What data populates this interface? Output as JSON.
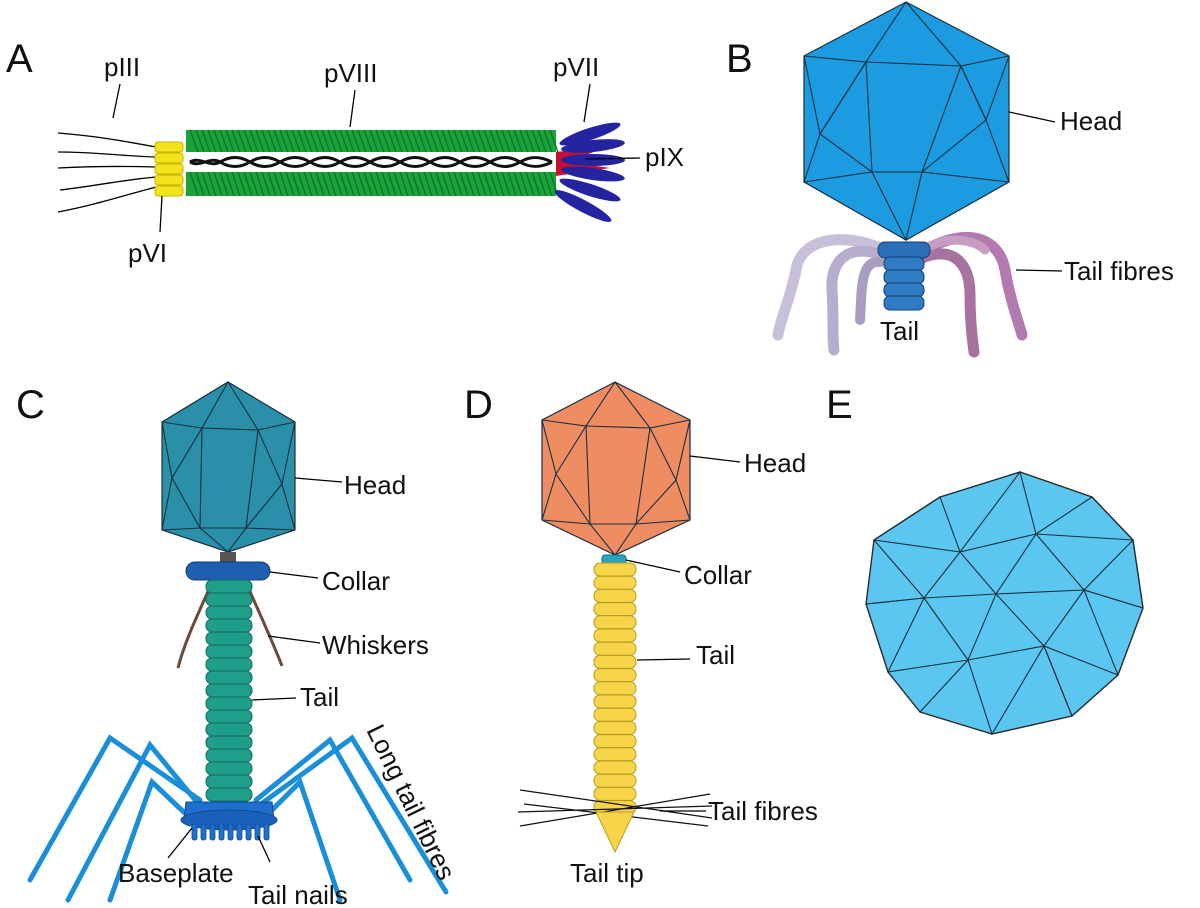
{
  "colors": {
    "phage_a_body": "#19a33a",
    "phage_a_pIII_cap": "#f4e21a",
    "phage_a_pVII": "#2424a0",
    "phage_a_pIX": "#c8102e",
    "phage_b_head": "#1d9be0",
    "phage_b_tail": "#2a6fb8",
    "phage_b_fibres": "#b27ab0",
    "phage_c_head": "#2a8fa8",
    "phage_c_collar": "#1f5fb0",
    "phage_c_tail": "#1f9e8a",
    "phage_c_fibres": "#1a8fd8",
    "phage_d_head": "#ef8c62",
    "phage_d_tail": "#f7d54a",
    "phage_e_capsid": "#5bc6ef"
  },
  "panels": {
    "a": {
      "letter": "A",
      "labels": {
        "p3": "pIII",
        "p8": "pVIII",
        "p7": "pVII",
        "p9": "pIX",
        "p6": "pVI"
      }
    },
    "b": {
      "letter": "B",
      "labels": {
        "head": "Head",
        "tail_fibres": "Tail fibres",
        "tail": "Tail"
      }
    },
    "c": {
      "letter": "C",
      "labels": {
        "head": "Head",
        "collar": "Collar",
        "whiskers": "Whiskers",
        "tail": "Tail",
        "long_tail_fibres": "Long tail fibres",
        "baseplate": "Baseplate",
        "tail_nails": "Tail nails"
      }
    },
    "d": {
      "letter": "D",
      "labels": {
        "head": "Head",
        "collar": "Collar",
        "tail": "Tail",
        "tail_fibres": "Tail fibres",
        "tail_tip": "Tail tip"
      }
    },
    "e": {
      "letter": "E"
    }
  }
}
